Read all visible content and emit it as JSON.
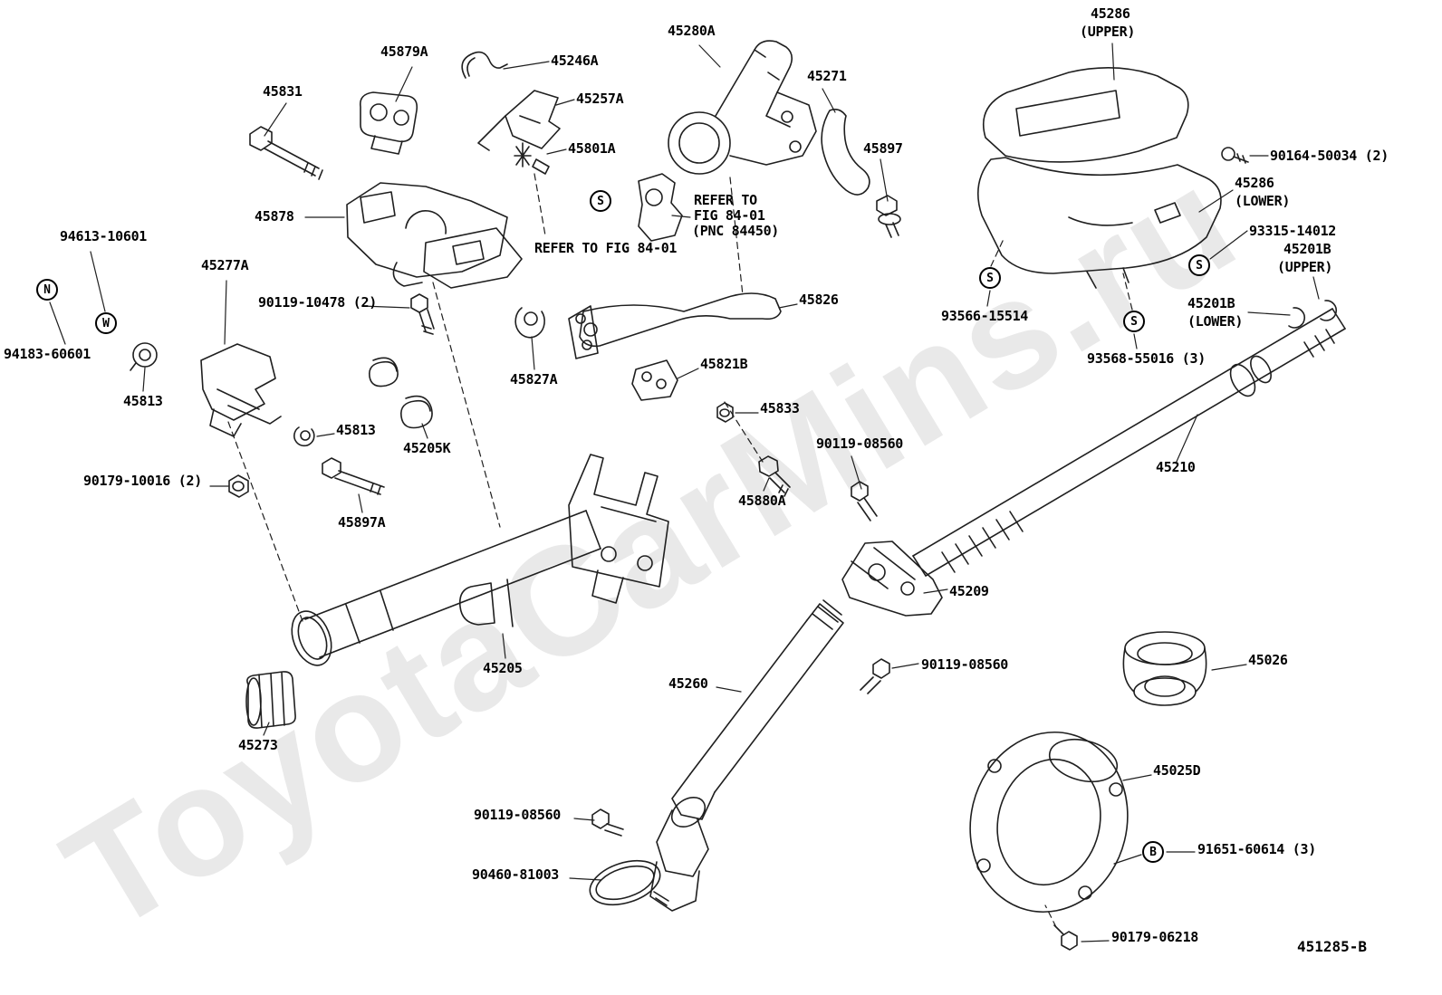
{
  "watermark": "ToyotaCarMins.ru",
  "footer_code": "451285-B",
  "circles": {
    "n": "N",
    "w": "W",
    "s": "S",
    "b": "B"
  },
  "labels": {
    "l45879A": "45879A",
    "l45246A": "45246A",
    "l45831": "45831",
    "l45257A": "45257A",
    "l45280A": "45280A",
    "l45271": "45271",
    "l45286u_num": "45286",
    "l45286u_sub": "(UPPER)",
    "l45801A": "45801A",
    "l45897": "45897",
    "l90164": "90164-50034 (2)",
    "l45286l_num": "45286",
    "l45286l_sub": "(LOWER)",
    "l45878": "45878",
    "refer1_line1": "REFER TO",
    "refer1_line2": "FIG 84-01",
    "refer1_line3": "(PNC 84450)",
    "refer2": "REFER TO FIG 84-01",
    "l93315": "93315-14012",
    "l45201Bu_num": "45201B",
    "l45201Bu_sub": "(UPPER)",
    "l94613": "94613-10601",
    "l45277A": "45277A",
    "l90119_10478": "90119-10478 (2)",
    "l45826": "45826",
    "l93566": "93566-15514",
    "l45201Bl_num": "45201B",
    "l45201Bl_sub": "(LOWER)",
    "l94183": "94183-60601",
    "l45813a": "45813",
    "l45827A": "45827A",
    "l45821B": "45821B",
    "l93568": "93568-55016 (3)",
    "l45833": "45833",
    "l45813b": "45813",
    "l45205K": "45205K",
    "l90119_08560a": "90119-08560",
    "l45210": "45210",
    "l90179_10016": "90179-10016 (2)",
    "l45897A": "45897A",
    "l45880A": "45880A",
    "l45209": "45209",
    "l45205": "45205",
    "l90119_08560b": "90119-08560",
    "l45026": "45026",
    "l45260": "45260",
    "l45273": "45273",
    "l45025D": "45025D",
    "l90119_08560c": "90119-08560",
    "l91651": "91651-60614 (3)",
    "l90460": "90460-81003",
    "l90179_06218": "90179-06218"
  }
}
